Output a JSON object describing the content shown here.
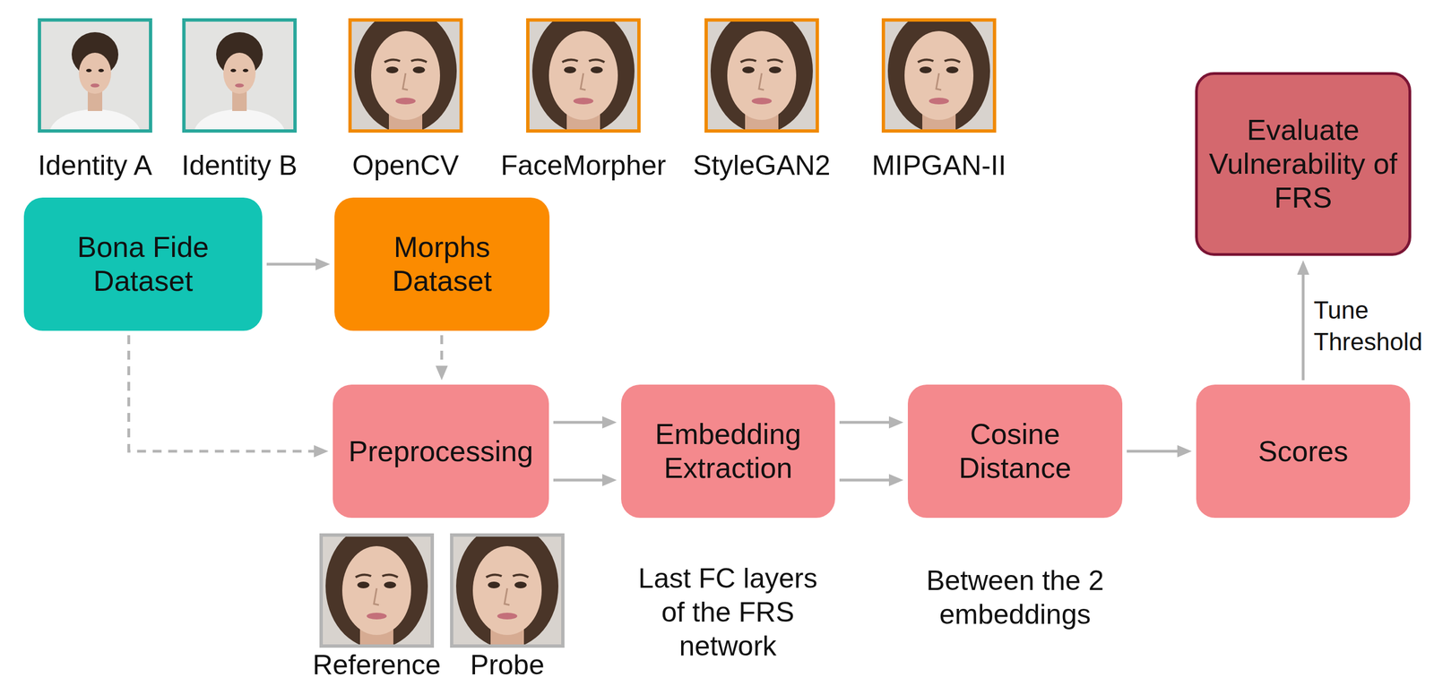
{
  "diagram": {
    "nodes": [
      {
        "text": [
          "Bona Fide Dataset"
        ]
      },
      {
        "text": [
          "Morphs Dataset"
        ]
      },
      {
        "text": [
          "Preprocessing"
        ]
      },
      {
        "text": [
          "Embedding Extraction"
        ]
      },
      {
        "text": [
          "Cosine Distance"
        ]
      },
      {
        "text": [
          "Scores"
        ]
      },
      {
        "text": [
          "Evaluate Vulnerability of FRS"
        ]
      }
    ],
    "edges": [
      {
        "from": 0,
        "to": 1,
        "arrow": "to"
      },
      {
        "from": 0,
        "to": 2,
        "arrow": "to"
      },
      {
        "from": 1,
        "to": 2,
        "arrow": "to"
      },
      {
        "from": 2,
        "to": 3,
        "arrow": "to"
      },
      {
        "from": 2,
        "to": 3,
        "arrow": "to"
      },
      {
        "from": 3,
        "to": 4,
        "arrow": "to"
      },
      {
        "from": 3,
        "to": 4,
        "arrow": "to"
      },
      {
        "from": 4,
        "to": 5,
        "arrow": "to"
      },
      {
        "from": 5,
        "to": 6,
        "label": "Tune Threshold",
        "arrow": "to"
      }
    ],
    "labels": [
      "Identity A",
      "Identity B",
      "OpenCV",
      "FaceMorpher",
      "StyleGAN2",
      "MIPGAN-II",
      "Last FC layers of the FRS network",
      "Between the 2 embeddings",
      "Reference",
      "Probe"
    ]
  }
}
